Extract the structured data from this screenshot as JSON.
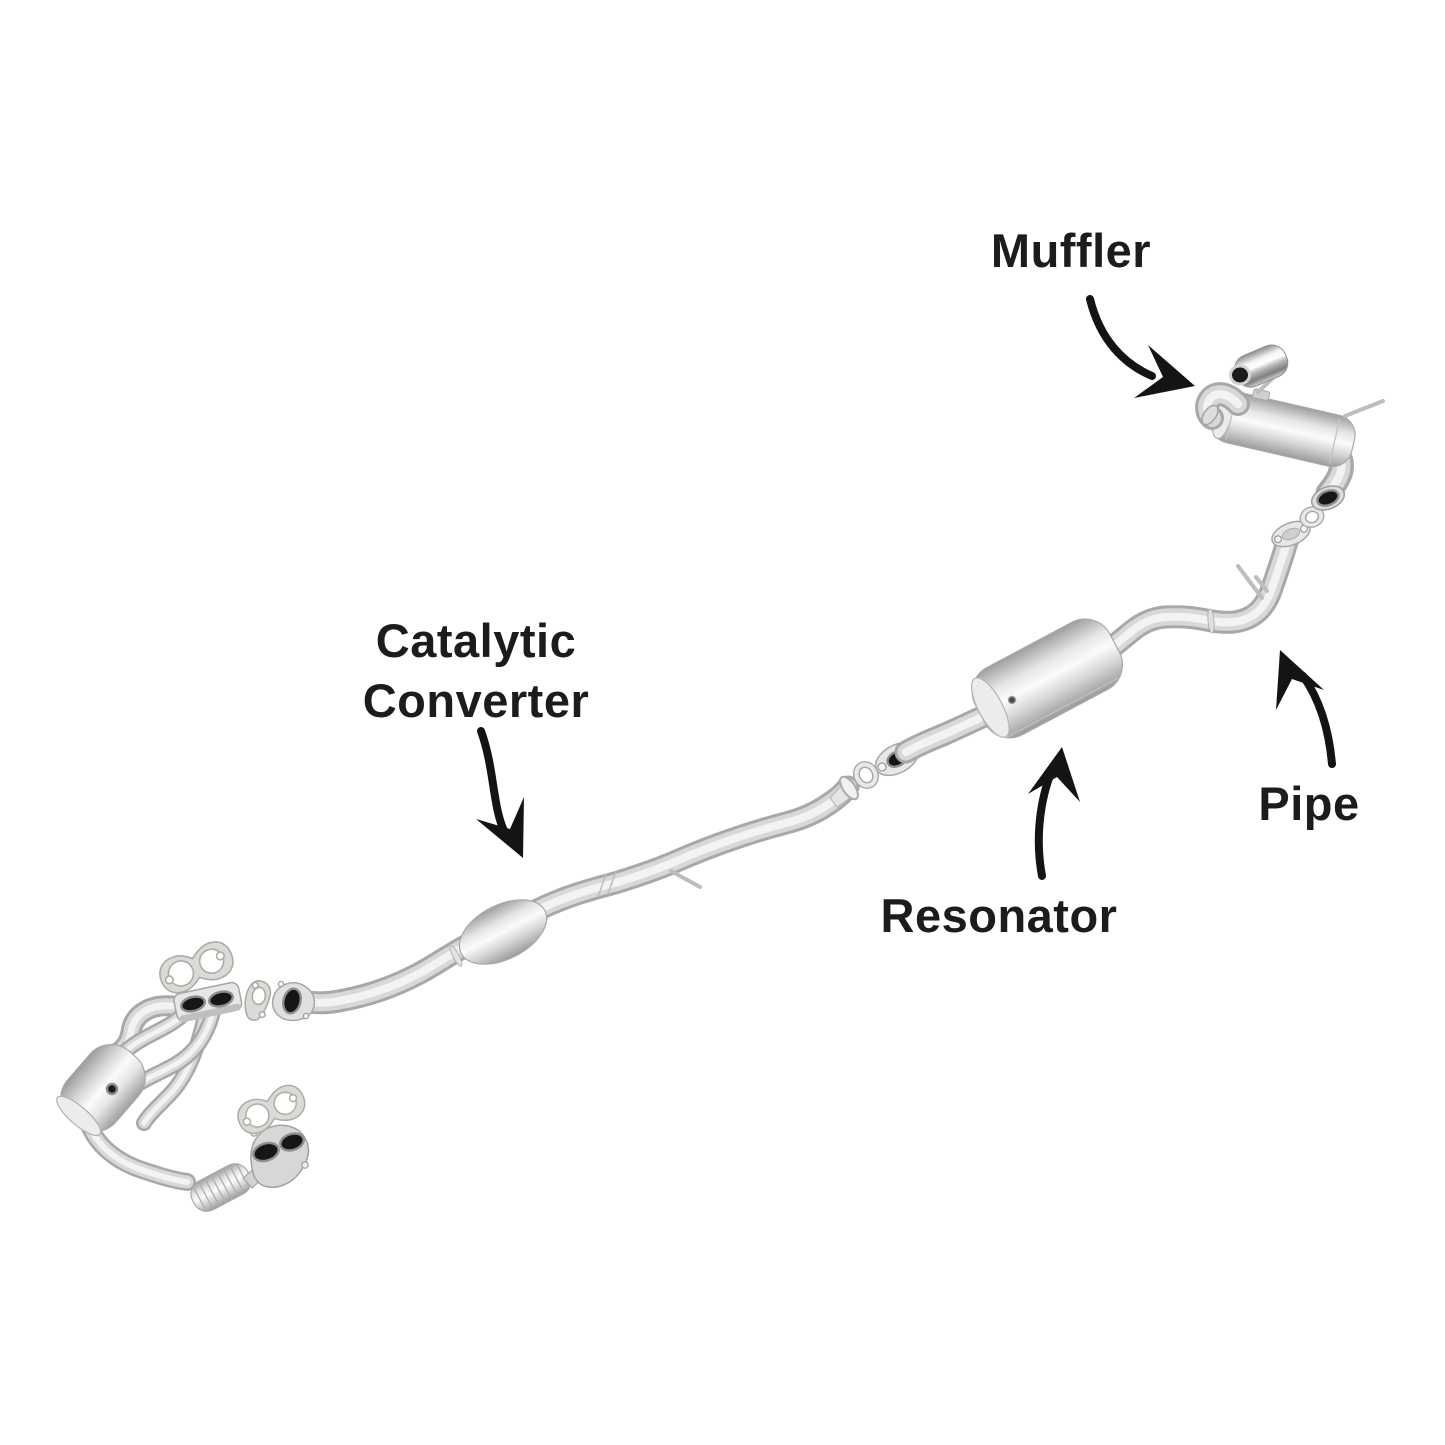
{
  "diagram": {
    "type": "exploded-parts-diagram",
    "subject": "vehicle exhaust system",
    "labels": {
      "muffler": "Muffler",
      "catalytic_converter_line1": "Catalytic",
      "catalytic_converter_line2": "Converter",
      "resonator": "Resonator",
      "pipe": "Pipe"
    },
    "colors": {
      "background": "#ffffff",
      "label_text": "#1c1c1c",
      "arrow": "#141414",
      "metal_highlight": "#f3f3f3",
      "metal_mid": "#d8d8d8",
      "metal_shadow": "#a8a8a8",
      "port_dark": "#161616",
      "gasket": "#d9dcd6"
    }
  }
}
